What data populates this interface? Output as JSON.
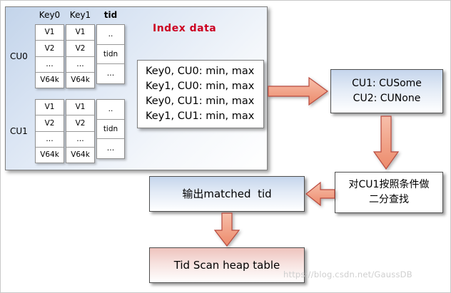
{
  "index_panel": {
    "col_headers": [
      "Key0",
      "Key1",
      "tid"
    ],
    "title": "Index data",
    "groups": [
      {
        "label": "CU0",
        "columns": [
          {
            "cells": [
              "V1",
              "V2",
              "…",
              "V64k"
            ]
          },
          {
            "cells": [
              "V1",
              "V2",
              "…",
              "V64k"
            ]
          },
          {
            "cells": [
              "..",
              "tidn",
              "…"
            ]
          }
        ]
      },
      {
        "label": "CU1",
        "columns": [
          {
            "cells": [
              "V1",
              "V2",
              "…",
              "V64k"
            ]
          },
          {
            "cells": [
              "V1",
              "V2",
              "…",
              "V64k"
            ]
          },
          {
            "cells": [
              "..",
              "tidn",
              "…"
            ]
          }
        ]
      }
    ],
    "minmax": [
      "Key0, CU0: min, max",
      "Key1, CU0: min, max",
      "Key0, CU1: min, max",
      "Key1, CU1: min, max"
    ]
  },
  "flow": {
    "cu_state": {
      "lines": [
        "CU1: CUSome",
        "CU2: CUNone"
      ]
    },
    "binary_search": {
      "lines": [
        "对CU1按照条件做",
        "二分查找"
      ]
    },
    "matched_tid": {
      "label": "输出matched  tid"
    },
    "tid_scan": {
      "label": "Tid Scan heap table"
    }
  },
  "watermark": "https://blog.csdn.net/GaussDB",
  "colors": {
    "accent_red": "#cc0022",
    "arrow_fill": "#f0a083",
    "arrow_stroke": "#b94a3e",
    "box_blue": "#c5d5ec",
    "box_pink": "#eec3bd"
  }
}
